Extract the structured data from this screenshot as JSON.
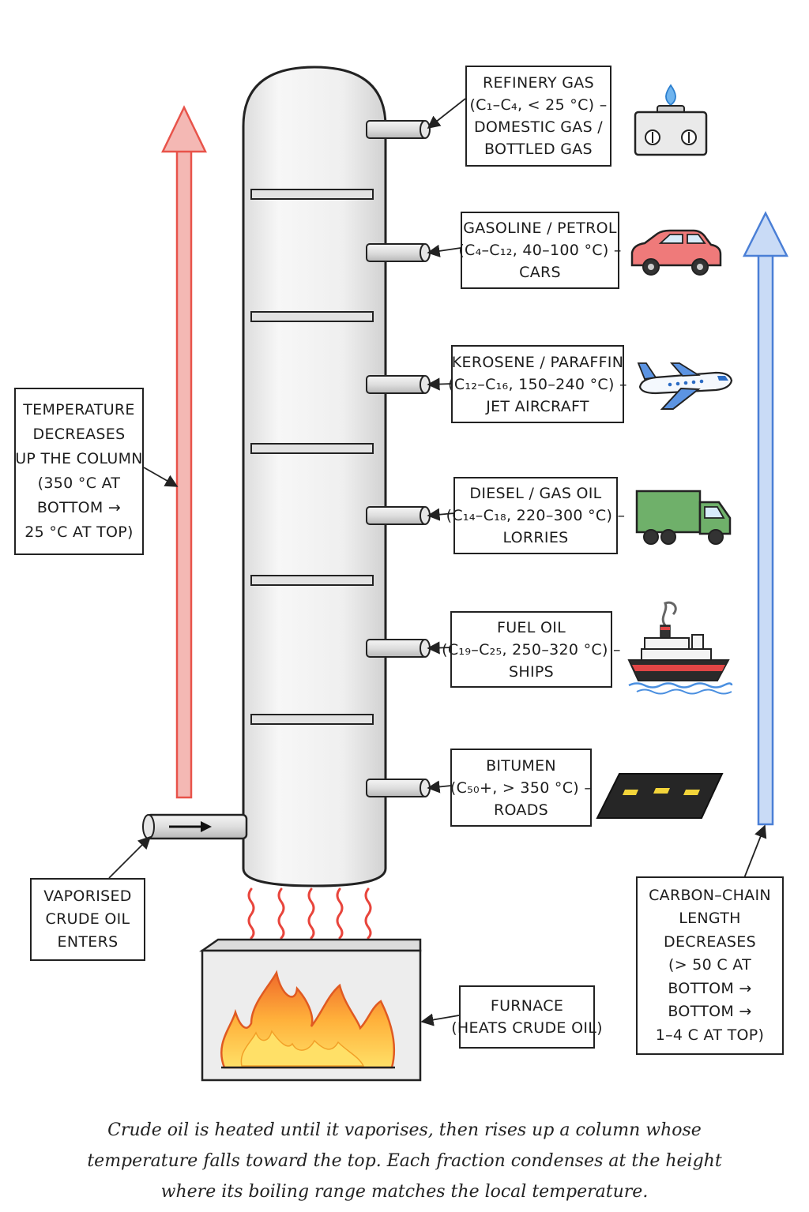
{
  "fractions": [
    {
      "name": "REFINERY GAS",
      "carbon_chain": "C1–C4",
      "boiling_range": "< 25 °C",
      "use": "DOMESTIC GAS / BOTTLED GAS",
      "use_icon": "gas-stove-icon"
    },
    {
      "name": "GASOLINE / PETROL",
      "carbon_chain": "C4–C12",
      "boiling_range": "40–100 °C",
      "use": "CARS",
      "use_icon": "car-icon"
    },
    {
      "name": "KEROSENE / PARAFFIN",
      "carbon_chain": "C12–C16",
      "boiling_range": "150–240 °C",
      "use": "JET AIRCRAFT",
      "use_icon": "airplane-icon"
    },
    {
      "name": "DIESEL / GAS OIL",
      "carbon_chain": "C14–C18",
      "boiling_range": "220–300 °C",
      "use": "LORRIES",
      "use_icon": "lorry-icon"
    },
    {
      "name": "FUEL OIL",
      "carbon_chain": "C19–C25",
      "boiling_range": "250–320 °C",
      "use": "SHIPS",
      "use_icon": "ship-icon"
    },
    {
      "name": "BITUMEN",
      "carbon_chain": "C50+",
      "boiling_range": "> 350 °C",
      "use": "ROADS",
      "use_icon": "road-icon"
    }
  ],
  "labels": {
    "refinery_gas": {
      "l1": "REFINERY GAS",
      "l2": "(C₁–C₄, < 25 °C) –",
      "l3": "DOMESTIC GAS /",
      "l4": "BOTTLED GAS"
    },
    "gasoline": {
      "l1": "GASOLINE / PETROL",
      "l2": "(C₄–C₁₂, 40–100 °C) –",
      "l3": "CARS"
    },
    "kerosene": {
      "l1": "KEROSENE / PARAFFIN",
      "l2": "(C₁₂–C₁₆, 150–240 °C) –",
      "l3": "JET AIRCRAFT"
    },
    "diesel": {
      "l1": "DIESEL / GAS OIL",
      "l2": "(C₁₄–C₁₈, 220–300 °C) –",
      "l3": "LORRIES"
    },
    "fuel_oil": {
      "l1": "FUEL OIL",
      "l2": "(C₁₉–C₂₅, 250–320 °C) –",
      "l3": "SHIPS"
    },
    "bitumen": {
      "l1": "BITUMEN",
      "l2": "(C₅₀+, > 350 °C) –",
      "l3": "ROADS"
    },
    "temperature": {
      "l1": "TEMPERATURE",
      "l2": "DECREASES",
      "l3": "UP THE COLUMN",
      "l4": "(350 °C AT",
      "l5": "BOTTOM →",
      "l6": "25 °C AT TOP)"
    },
    "vaporised": {
      "l1": "VAPORISED",
      "l2": "CRUDE OIL",
      "l3": "ENTERS"
    },
    "furnace": {
      "l1": "FURNACE",
      "l2": "(HEATS CRUDE OIL)"
    },
    "carbon_chain": {
      "l1": "CARBON–CHAIN",
      "l2": "LENGTH",
      "l3": "DECREASES",
      "l4": "(> 50 C AT",
      "l5": "BOTTOM →",
      "l6": "BOTTOM →",
      "l7": "1–4 C AT TOP)"
    }
  },
  "caption": {
    "l1": "Crude oil is heated until it vaporises, then rises up a column whose",
    "l2": "temperature falls toward the top. Each fraction condenses at the height",
    "l3": "where its boiling range matches the local temperature."
  },
  "colors": {
    "temperature_arrow": "#e8534a",
    "carbon_arrow": "#4a7fd6",
    "flame_outer": "#f07a2a",
    "flame_inner": "#ffd54a",
    "heat_waves": "#e8453c",
    "column_fill": "#f3f3f3",
    "outline": "#222222"
  }
}
